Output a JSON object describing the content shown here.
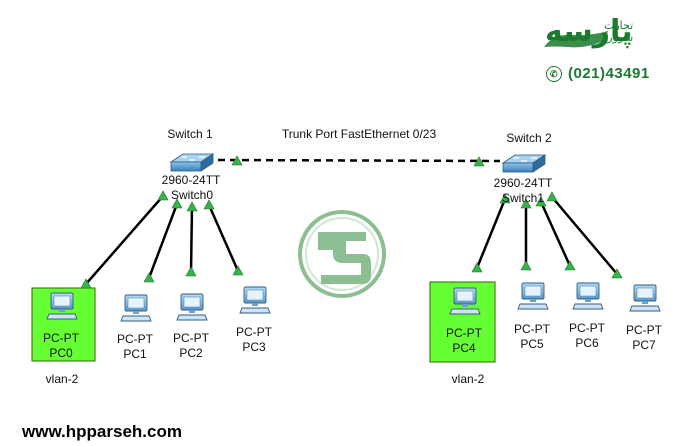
{
  "switches": [
    {
      "id": "sw1",
      "name": "Switch 1",
      "model": "2960-24TT",
      "device": "Switch0"
    },
    {
      "id": "sw2",
      "name": "Switch 2",
      "model": "2960-24TT",
      "device": "Switch1"
    }
  ],
  "trunk_label": "Trunk Port FastEthernet 0/23",
  "pcs": [
    {
      "type": "PC-PT",
      "name": "PC0",
      "highlighted": true
    },
    {
      "type": "PC-PT",
      "name": "PC1",
      "highlighted": false
    },
    {
      "type": "PC-PT",
      "name": "PC2",
      "highlighted": false
    },
    {
      "type": "PC-PT",
      "name": "PC3",
      "highlighted": false
    },
    {
      "type": "PC-PT",
      "name": "PC4",
      "highlighted": true
    },
    {
      "type": "PC-PT",
      "name": "PC5",
      "highlighted": false
    },
    {
      "type": "PC-PT",
      "name": "PC6",
      "highlighted": false
    },
    {
      "type": "PC-PT",
      "name": "PC7",
      "highlighted": false
    }
  ],
  "vlan_labels": [
    "vlan-2",
    "vlan-2"
  ],
  "brand": {
    "name_fa": "پارسه",
    "tagline_fa_1": "تجارت",
    "tagline_fa_2": "سرور",
    "phone": "(021)43491",
    "phone_icon": "phone-icon",
    "website": "www.hpparseh.com"
  },
  "colors": {
    "link": "#000000",
    "port_up": "#37b34a",
    "highlight": "#66ff33",
    "brand": "#1b7a2d",
    "switch_body": "#4a8fc4",
    "pc_body": "#6aa6d6"
  }
}
